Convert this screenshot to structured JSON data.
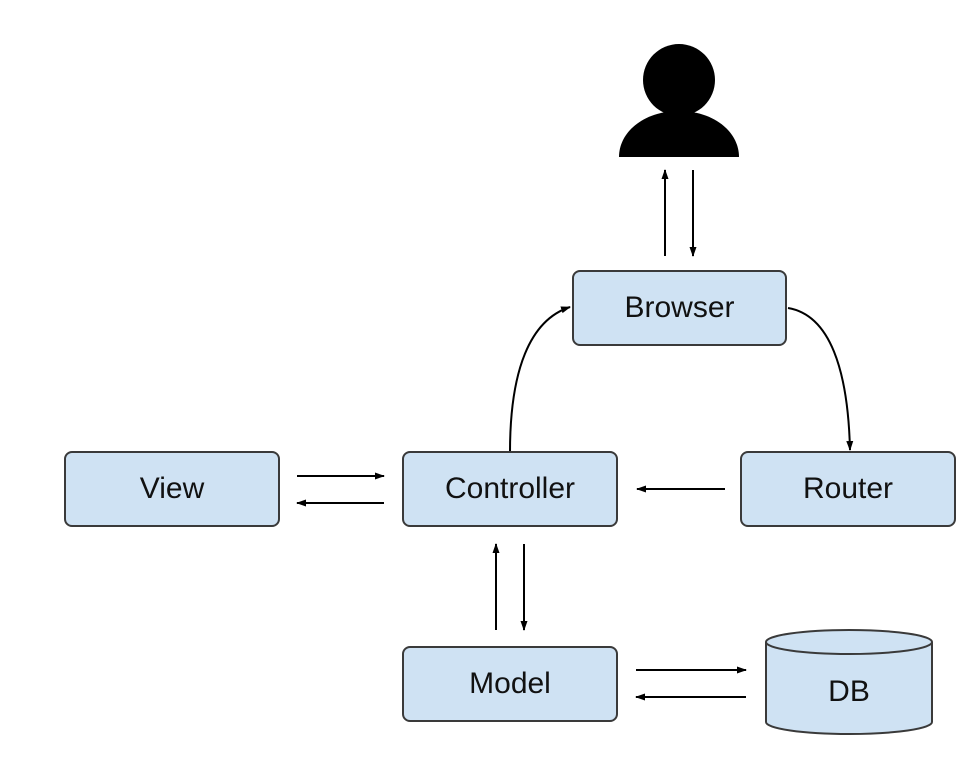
{
  "colors": {
    "box_fill": "#cfe2f3",
    "box_border": "#3a3a3a",
    "arrow": "#000000",
    "user_icon": "#000000"
  },
  "icons": {
    "user": "user-icon"
  },
  "nodes": {
    "browser": "Browser",
    "view": "View",
    "controller": "Controller",
    "router": "Router",
    "model": "Model",
    "db": "DB"
  }
}
